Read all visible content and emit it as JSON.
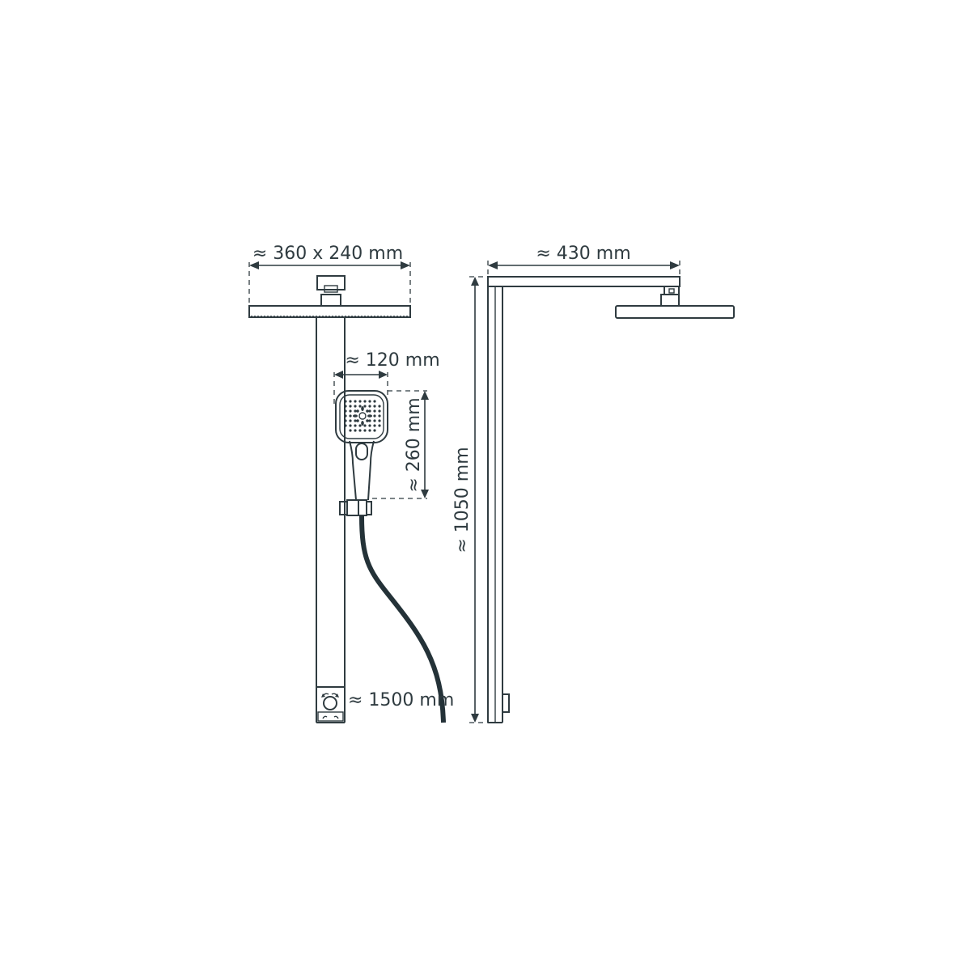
{
  "diagram": {
    "title": "Shower system dimension drawing",
    "colors": {
      "line": "#2f3b40",
      "hose": "#243238",
      "background": "#ffffff"
    },
    "front_view": {
      "head_dimension_label": "≈ 360 x 240 mm",
      "handshower_width_label": "≈ 120 mm",
      "handshower_height_label": "≈ 260 mm",
      "hose_length_label": "≈ 1500 mm"
    },
    "side_view": {
      "arm_length_label": "≈ 430 mm",
      "total_height_label": "≈ 1050 mm"
    }
  }
}
